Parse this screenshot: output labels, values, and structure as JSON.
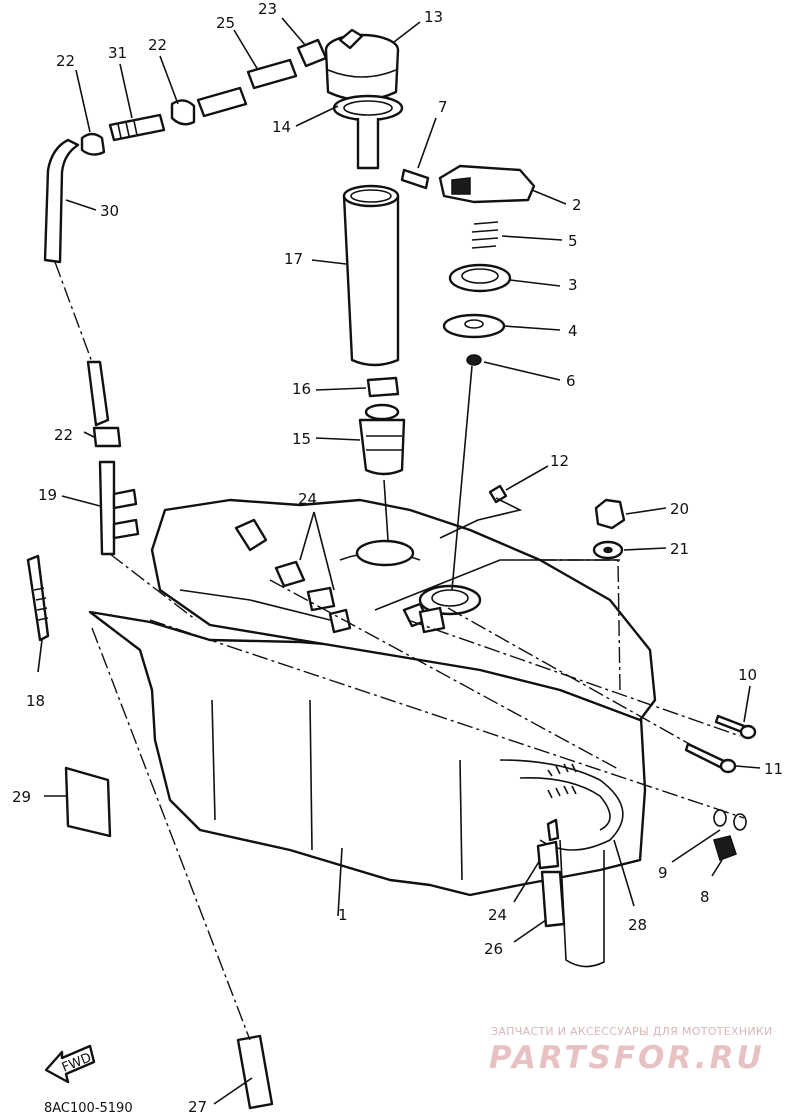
{
  "diagram": {
    "part_code": "8AC100-5190",
    "fwd_label": "FWD",
    "watermark_tagline": "ЗАПЧАСТИ И АКСЕССУАРЫ ДЛЯ МОТОТЕХНИКИ",
    "watermark_logo": "PARTSFOR.RU"
  },
  "callouts": {
    "n1": "1",
    "n2": "2",
    "n3": "3",
    "n4": "4",
    "n5": "5",
    "n6": "6",
    "n7": "7",
    "n8": "8",
    "n9": "9",
    "n10": "10",
    "n11": "11",
    "n12": "12",
    "n13": "13",
    "n14": "14",
    "n15": "15",
    "n16": "16",
    "n17": "17",
    "n18": "18",
    "n19": "19",
    "n20": "20",
    "n21": "21",
    "n22a": "22",
    "n22b": "22",
    "n22c": "22",
    "n23": "23",
    "n24a": "24",
    "n24b": "24",
    "n25": "25",
    "n26": "26",
    "n27": "27",
    "n28": "28",
    "n29": "29",
    "n30": "30",
    "n31": "31"
  }
}
